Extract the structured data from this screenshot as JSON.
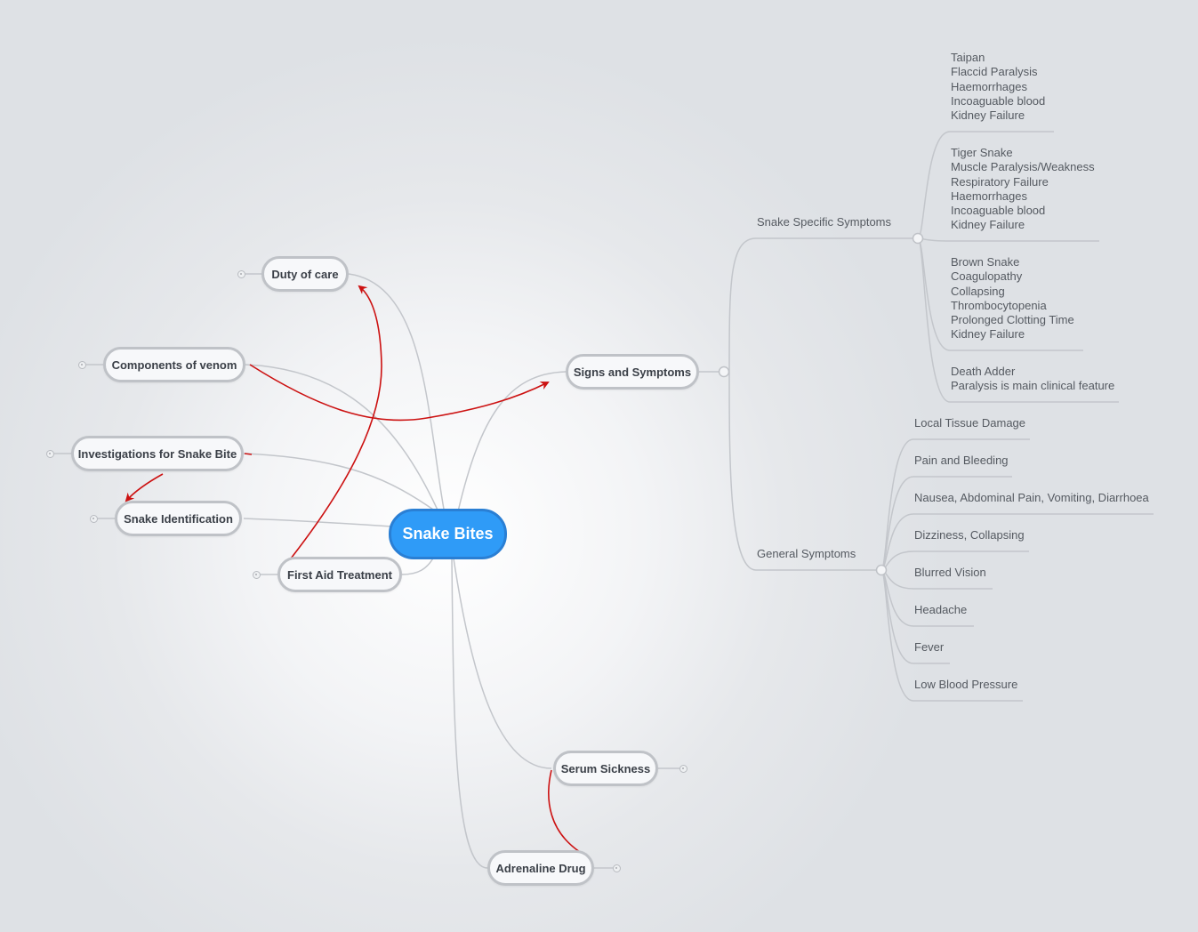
{
  "root": {
    "label": "Snake Bites"
  },
  "topics": {
    "duty_of_care": "Duty of care",
    "components_of_venom": "Components of venom",
    "investigations": "Investigations for Snake Bite",
    "snake_identification": "Snake Identification",
    "first_aid": "First Aid Treatment",
    "signs_symptoms": "Signs and Symptoms",
    "serum_sickness": "Serum Sickness",
    "adrenaline_drug": "Adrenaline Drug"
  },
  "signs": {
    "specific_label": "Snake Specific Symptoms",
    "general_label": "General Symptoms",
    "specific": [
      {
        "lines": [
          "Taipan",
          "Flaccid Paralysis",
          "Haemorrhages",
          "Incoaguable blood",
          "Kidney Failure"
        ]
      },
      {
        "lines": [
          "Tiger Snake",
          "Muscle Paralysis/Weakness",
          "Respiratory Failure",
          "Haemorrhages",
          "Incoaguable blood",
          "Kidney Failure"
        ]
      },
      {
        "lines": [
          "Brown Snake",
          "Coagulopathy",
          "Collapsing",
          "Thrombocytopenia",
          "Prolonged Clotting Time",
          "Kidney Failure"
        ]
      },
      {
        "lines": [
          "Death Adder",
          "Paralysis is main clinical feature"
        ]
      }
    ],
    "general": [
      "Local Tissue Damage",
      "Pain and Bleeding",
      "Nausea, Abdominal Pain, Vomiting, Diarrhoea",
      "Dizziness, Collapsing",
      "Blurred Vision",
      "Headache",
      "Fever",
      "Low Blood Pressure"
    ]
  },
  "colors": {
    "root_fill": "#2f9bf7",
    "root_border": "#2a7fd4",
    "branch_line": "#c3c6cb",
    "relationship_arrow": "#cc1111",
    "node_border": "#bfc2c7"
  }
}
